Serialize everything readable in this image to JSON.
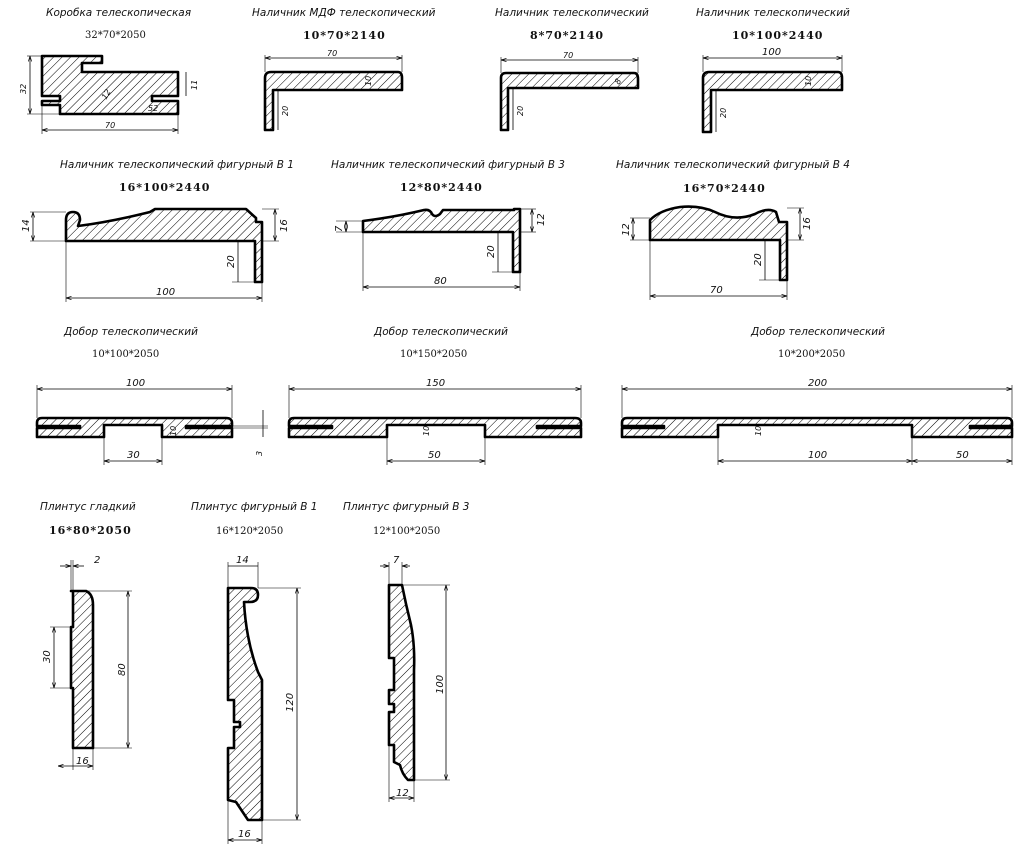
{
  "profiles": [
    {
      "title": "Коробка телескопическая",
      "size": "32*70*2050",
      "dims": {
        "a": "32",
        "b": "70",
        "c": "11",
        "d": "12",
        "e": "52"
      }
    },
    {
      "title": "Наличник МДФ телескопический",
      "size": "10*70*2140",
      "dims": {
        "a": "70",
        "b": "10",
        "c": "20"
      }
    },
    {
      "title": "Наличник телескопический",
      "size": "8*70*2140",
      "dims": {
        "a": "70",
        "b": "8",
        "c": "20"
      }
    },
    {
      "title": "Наличник телескопический",
      "size": "10*100*2440",
      "dims": {
        "a": "100",
        "b": "10",
        "c": "20"
      }
    },
    {
      "title": "Наличник телескопический фигурный В 1",
      "size": "16*100*2440",
      "dims": {
        "a": "14",
        "b": "16",
        "c": "20",
        "d": "100"
      }
    },
    {
      "title": "Наличник телескопический фигурный В 3",
      "size": "12*80*2440",
      "dims": {
        "a": "7",
        "b": "12",
        "c": "20",
        "d": "80"
      }
    },
    {
      "title": "Наличник телескопический фигурный В 4",
      "size": "16*70*2440",
      "dims": {
        "a": "12",
        "b": "16",
        "c": "20",
        "d": "70"
      }
    },
    {
      "title": "Добор телескопический",
      "size": "10*100*2050",
      "dims": {
        "a": "100",
        "b": "10",
        "c": "3",
        "d": "30"
      }
    },
    {
      "title": "Добор телескопический",
      "size": "10*150*2050",
      "dims": {
        "a": "150",
        "b": "10",
        "c": "50"
      }
    },
    {
      "title": "Добор телескопический",
      "size": "10*200*2050",
      "dims": {
        "a": "200",
        "b": "10",
        "c": "100",
        "d": "50"
      }
    },
    {
      "title": "Плинтус гладкий",
      "size": "16*80*2050",
      "dims": {
        "a": "2",
        "b": "30",
        "c": "80",
        "d": "16"
      }
    },
    {
      "title": "Плинтус фигурный В 1",
      "size": "16*120*2050",
      "dims": {
        "a": "14",
        "b": "120",
        "c": "16"
      }
    },
    {
      "title": "Плинтус фигурный В 3",
      "size": "12*100*2050",
      "dims": {
        "a": "7",
        "b": "100",
        "c": "12"
      }
    }
  ]
}
